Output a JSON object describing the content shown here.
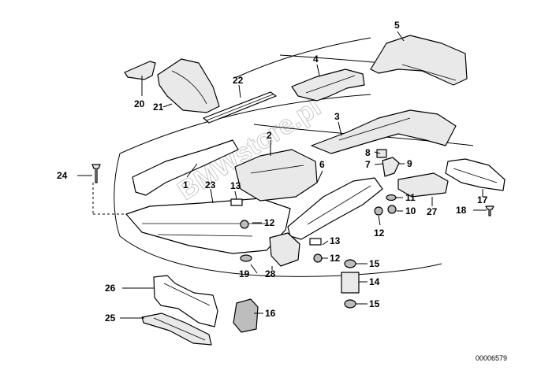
{
  "diagram": {
    "drawing_code": "00006579",
    "watermark": "BMWstore.pl",
    "callouts": [
      {
        "id": "c1",
        "text": "1"
      },
      {
        "id": "c2",
        "text": "2"
      },
      {
        "id": "c3",
        "text": "3"
      },
      {
        "id": "c4",
        "text": "4"
      },
      {
        "id": "c5",
        "text": "5"
      },
      {
        "id": "c6",
        "text": "6"
      },
      {
        "id": "c7",
        "text": "7"
      },
      {
        "id": "c8",
        "text": "8"
      },
      {
        "id": "c9",
        "text": "9"
      },
      {
        "id": "c10",
        "text": "10"
      },
      {
        "id": "c11",
        "text": "11"
      },
      {
        "id": "c12a",
        "text": "12"
      },
      {
        "id": "c12b",
        "text": "12"
      },
      {
        "id": "c12c",
        "text": "12"
      },
      {
        "id": "c13a",
        "text": "13"
      },
      {
        "id": "c13b",
        "text": "13"
      },
      {
        "id": "c14",
        "text": "14"
      },
      {
        "id": "c15a",
        "text": "15"
      },
      {
        "id": "c15b",
        "text": "15"
      },
      {
        "id": "c16",
        "text": "16"
      },
      {
        "id": "c17",
        "text": "17"
      },
      {
        "id": "c18",
        "text": "18"
      },
      {
        "id": "c19",
        "text": "19"
      },
      {
        "id": "c20",
        "text": "20"
      },
      {
        "id": "c21",
        "text": "21"
      },
      {
        "id": "c22",
        "text": "22"
      },
      {
        "id": "c23",
        "text": "23"
      },
      {
        "id": "c24",
        "text": "24"
      },
      {
        "id": "c25",
        "text": "25"
      },
      {
        "id": "c26",
        "text": "26"
      },
      {
        "id": "c27",
        "text": "27"
      },
      {
        "id": "c28",
        "text": "28"
      }
    ]
  }
}
